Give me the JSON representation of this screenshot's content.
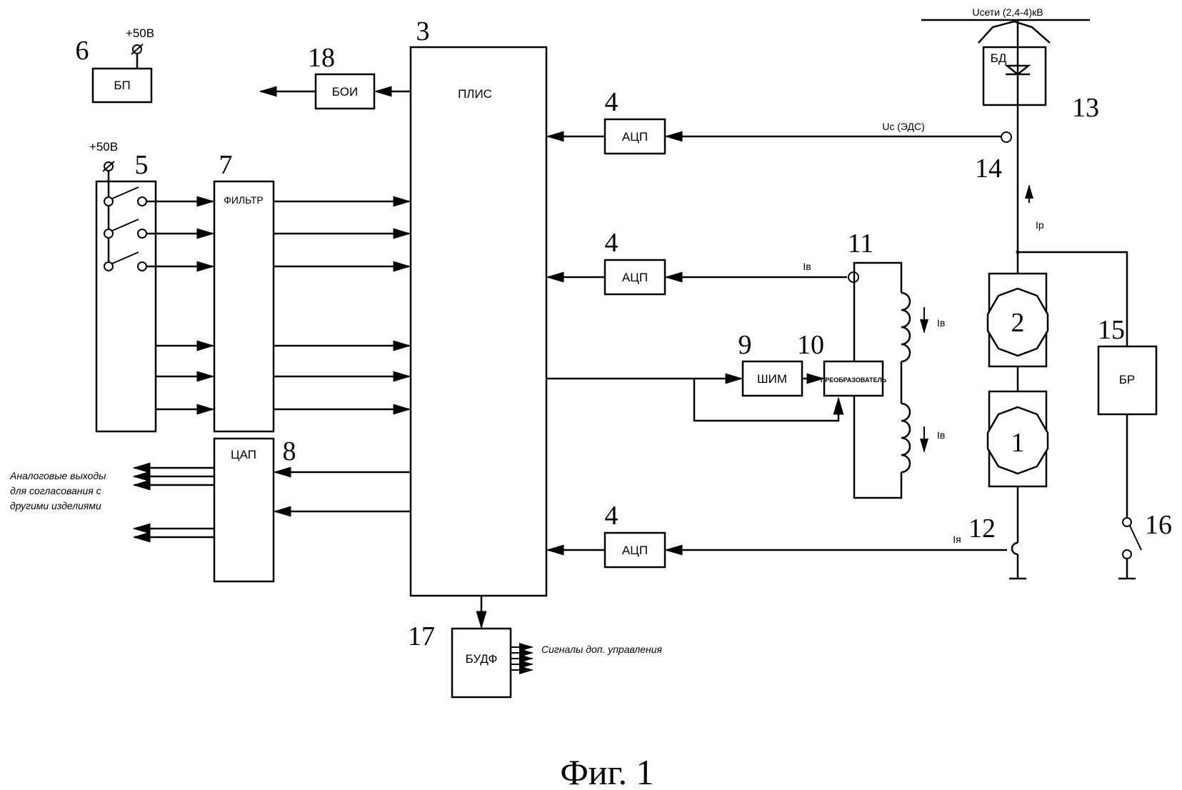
{
  "figure_caption": "Фиг. 1",
  "blocks": {
    "bp": {
      "num": "6",
      "label": "БП",
      "supply": "+50В"
    },
    "boi": {
      "num": "18",
      "label": "БОИ"
    },
    "plis": {
      "num": "3",
      "label": "ПЛИС"
    },
    "adc1": {
      "num": "4",
      "label": "АЦП"
    },
    "adc2": {
      "num": "4",
      "label": "АЦП"
    },
    "adc3": {
      "num": "4",
      "label": "АЦП"
    },
    "switches": {
      "num": "5",
      "supply": "+50В"
    },
    "filter": {
      "num": "7",
      "label": "ФИЛЬТР"
    },
    "dac": {
      "num": "8",
      "label": "ЦАП"
    },
    "pwm": {
      "num": "9",
      "label": "ШИМ"
    },
    "converter": {
      "num": "10",
      "label": "ПРЕОБРАЗОВАТЕЛЬ"
    },
    "field_coil": {
      "num": "11"
    },
    "bd": {
      "num": "13",
      "label": "БД"
    },
    "node14": {
      "num": "14"
    },
    "motor2": {
      "num": "2"
    },
    "motor1": {
      "num": "1"
    },
    "br": {
      "num": "15",
      "label": "БР"
    },
    "switch16": {
      "num": "16"
    },
    "sensor12": {
      "num": "12"
    },
    "budf": {
      "num": "17",
      "label": "БУДФ"
    }
  },
  "signals": {
    "network": "Uсети (2,4-4)кВ",
    "uc": "Uc (ЭДС)",
    "ip": "Iр",
    "ib": "Iв",
    "ib_coil1": "Iв",
    "ib_coil2": "Iв",
    "ia": "Iя"
  },
  "annotations": {
    "analog_outputs": [
      "Аналоговые выходы",
      "для согласования с",
      "другими изделиями"
    ],
    "extra_control": "Сигналы доп. управления"
  }
}
